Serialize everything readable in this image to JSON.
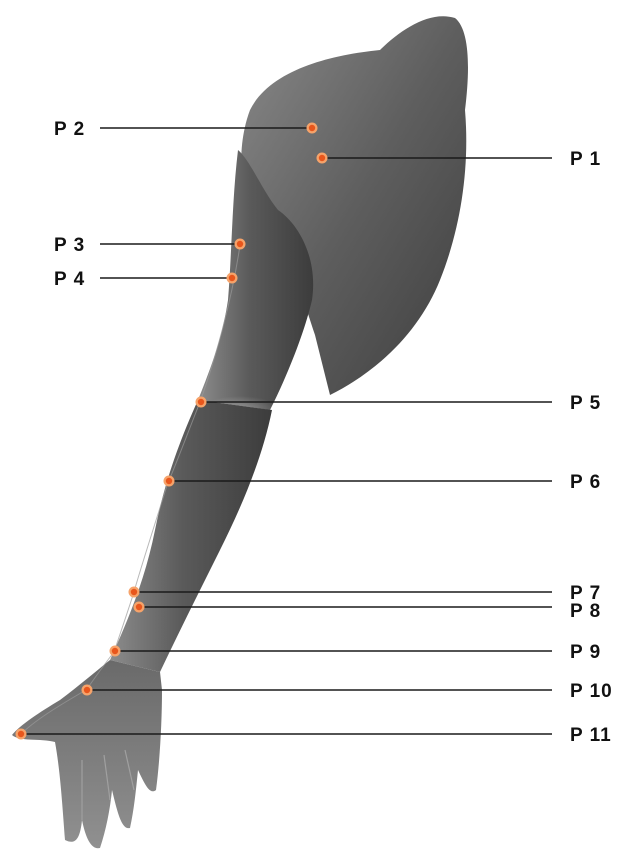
{
  "points": [
    {
      "id": "p1",
      "label": "P 1"
    },
    {
      "id": "p2",
      "label": "P 2"
    },
    {
      "id": "p3",
      "label": "P 3"
    },
    {
      "id": "p4",
      "label": "P 4"
    },
    {
      "id": "p5",
      "label": "P 5"
    },
    {
      "id": "p6",
      "label": "P 6"
    },
    {
      "id": "p7",
      "label": "P 7"
    },
    {
      "id": "p8",
      "label": "P 8"
    },
    {
      "id": "p9",
      "label": "P 9"
    },
    {
      "id": "p10",
      "label": "P 10"
    },
    {
      "id": "p11",
      "label": "P 11"
    }
  ],
  "colors": {
    "point": "#e8561c",
    "point_glow": "#f6a36a",
    "line": "#1a1a1a",
    "arm": "#6a6a6a"
  }
}
